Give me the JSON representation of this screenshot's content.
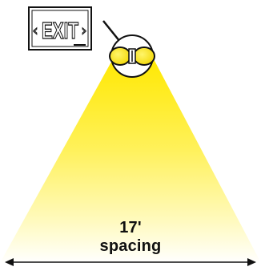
{
  "exit_sign": {
    "text": "EXIT",
    "left_arrow_glyph": "‹",
    "right_arrow_glyph": "›",
    "icon": "exit-sign-icon"
  },
  "light_fixture": {
    "icon": "twin-head-emergency-light-icon"
  },
  "beam": {
    "color": "#ffee00"
  },
  "measurement": {
    "value": "17'",
    "label": "spacing",
    "icon": "double-arrow-dimension-icon"
  }
}
